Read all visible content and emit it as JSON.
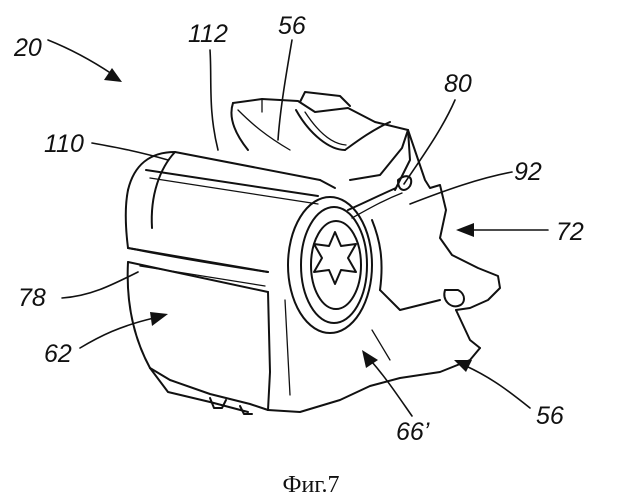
{
  "labels": {
    "l20": "20",
    "l112": "112",
    "l56_top": "56",
    "l80": "80",
    "l110": "110",
    "l92": "92",
    "l72": "72",
    "l78": "78",
    "l62": "62",
    "l66p": "66’",
    "l56_bottom": "56"
  },
  "caption": "Фиг.7"
}
